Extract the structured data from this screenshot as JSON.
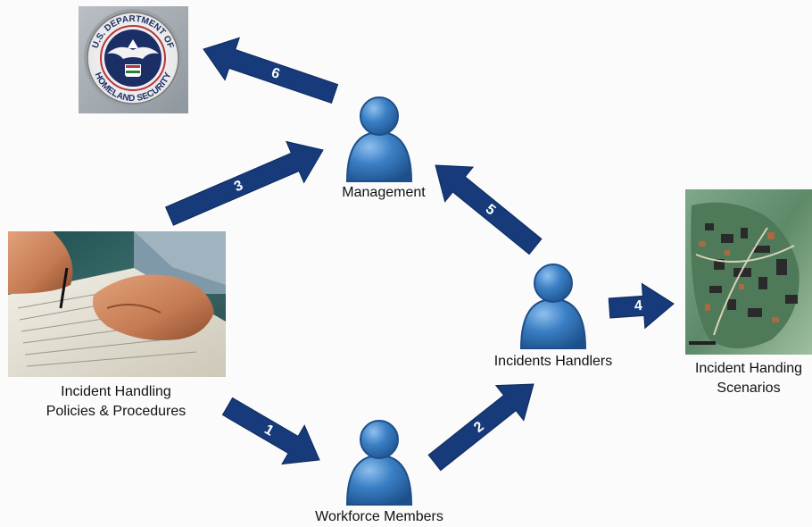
{
  "colors": {
    "arrow": "#163a7a",
    "arrow_edge": "#0e2a5c",
    "person_body": "#3a7fc4",
    "person_dark": "#1d4f8a",
    "person_light": "#8fc0ee",
    "seal_ring": "#c9c9c9",
    "seal_blue": "#1b2f66",
    "seal_red": "#b8333a"
  },
  "actors": {
    "management": "Management",
    "handlers": "Incidents Handlers",
    "workforce": "Workforce Members"
  },
  "documents": {
    "policies_line1": "Incident Handling",
    "policies_line2": "Policies & Procedures",
    "scenarios_line1": "Incident Handing",
    "scenarios_line2": "Scenarios"
  },
  "seal": {
    "top_text": "U.S. DEPARTMENT OF",
    "bottom_text": "HOMELAND SECURITY"
  },
  "arrows": {
    "a1": "1",
    "a2": "2",
    "a3": "3",
    "a4": "4",
    "a5": "5",
    "a6": "6"
  }
}
